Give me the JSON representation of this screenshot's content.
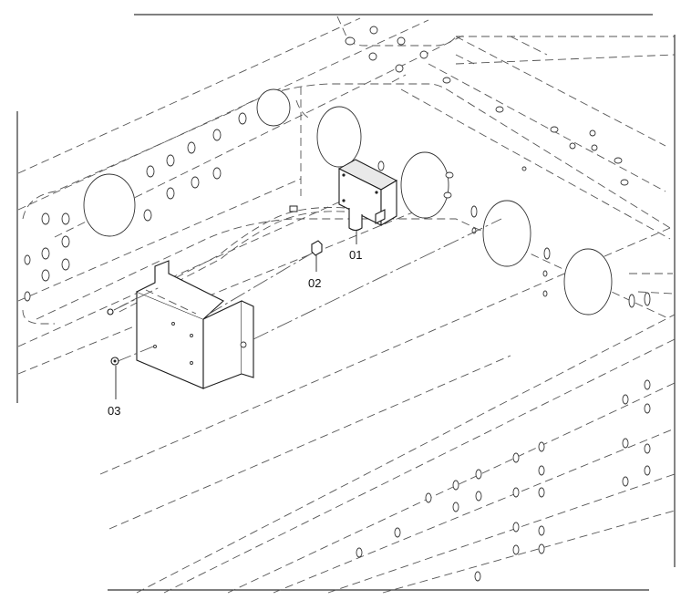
{
  "callouts": [
    {
      "id": "01",
      "label": "01"
    },
    {
      "id": "02",
      "label": "02"
    },
    {
      "id": "03",
      "label": "03"
    }
  ],
  "colors": {
    "line": "#222222",
    "background": "#ffffff"
  }
}
